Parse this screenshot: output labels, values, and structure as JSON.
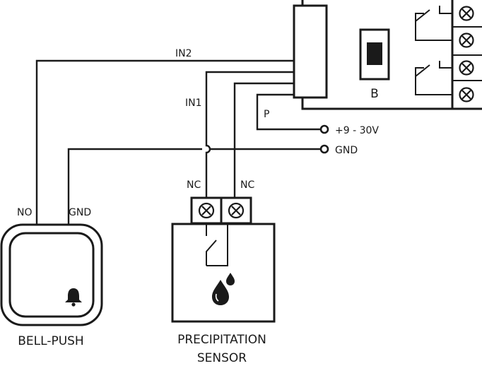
{
  "labels": {
    "in2": "IN2",
    "in1": "IN1",
    "p": "P",
    "power": "+9 - 30V",
    "gnd_terminal": "GND",
    "switch_b": "B",
    "nc_left": "NC",
    "nc_right": "NC",
    "bell_no": "NO",
    "bell_gnd": "GND",
    "bell_push": "BELL-PUSH",
    "sensor_line1": "PRECIPITATION",
    "sensor_line2": "SENSOR"
  },
  "icons": {
    "bell": "bell-icon",
    "drops": "water-drops-icon",
    "screw": "screw-terminal-icon"
  },
  "colors": {
    "line": "#1a1a1a",
    "background": "#ffffff"
  }
}
